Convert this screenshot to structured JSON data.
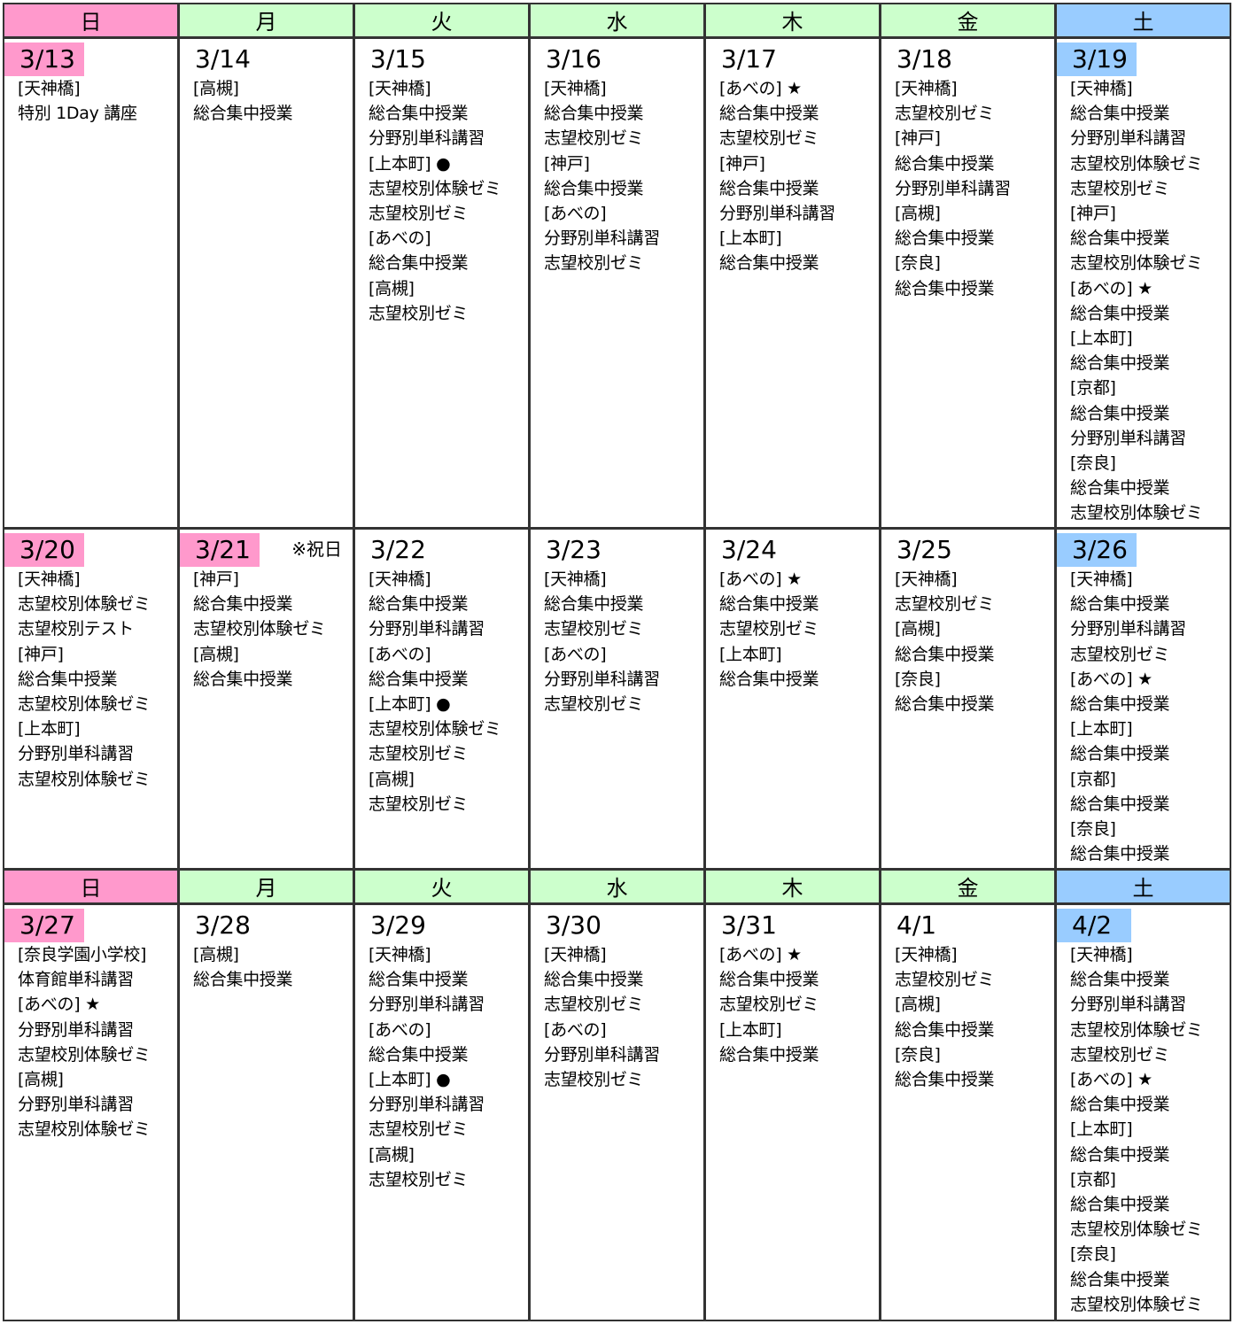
{
  "weekdays": [
    "日",
    "月",
    "火",
    "水",
    "木",
    "金",
    "土"
  ],
  "weeks": [
    [
      {
        "date": "3/13",
        "lines": [
          "[天神橋]",
          "特別 1Day 講座"
        ]
      },
      {
        "date": "3/14",
        "lines": [
          "[高槻]",
          "総合集中授業"
        ]
      },
      {
        "date": "3/15",
        "lines": [
          "[天神橋]",
          "総合集中授業",
          "分野別単科講習",
          "[上本町] ●",
          "志望校別体験ゼミ",
          "志望校別ゼミ",
          "[あべの]",
          "総合集中授業",
          "[高槻]",
          "志望校別ゼミ"
        ]
      },
      {
        "date": "3/16",
        "lines": [
          "[天神橋]",
          "総合集中授業",
          "志望校別ゼミ",
          "[神戸]",
          "総合集中授業",
          "[あべの]",
          "分野別単科講習",
          "志望校別ゼミ"
        ]
      },
      {
        "date": "3/17",
        "lines": [
          "[あべの] ★",
          "総合集中授業",
          "志望校別ゼミ",
          "[神戸]",
          "総合集中授業",
          "分野別単科講習",
          "[上本町]",
          "総合集中授業"
        ]
      },
      {
        "date": "3/18",
        "lines": [
          "[天神橋]",
          "志望校別ゼミ",
          "[神戸]",
          "総合集中授業",
          "分野別単科講習",
          "[高槻]",
          "総合集中授業",
          "[奈良]",
          "総合集中授業"
        ]
      },
      {
        "date": "3/19",
        "lines": [
          "[天神橋]",
          "総合集中授業",
          "分野別単科講習",
          "志望校別体験ゼミ",
          "志望校別ゼミ",
          "[神戸]",
          "総合集中授業",
          "志望校別体験ゼミ",
          "[あべの] ★",
          "総合集中授業",
          "[上本町]",
          "総合集中授業",
          "[京都]",
          "総合集中授業",
          "分野別単科講習",
          "[奈良]",
          "総合集中授業",
          "志望校別体験ゼミ"
        ]
      }
    ],
    [
      {
        "date": "3/20",
        "lines": [
          "[天神橋]",
          "志望校別体験ゼミ",
          "志望校別テスト",
          "[神戸]",
          "総合集中授業",
          "志望校別体験ゼミ",
          "[上本町]",
          "分野別単科講習",
          "志望校別体験ゼミ"
        ]
      },
      {
        "date": "3/21",
        "note": "※祝日",
        "lines": [
          "[神戸]",
          "総合集中授業",
          "志望校別体験ゼミ",
          "[高槻]",
          "総合集中授業"
        ]
      },
      {
        "date": "3/22",
        "lines": [
          "[天神橋]",
          "総合集中授業",
          "分野別単科講習",
          "[あべの]",
          "総合集中授業",
          "[上本町] ●",
          "志望校別体験ゼミ",
          "志望校別ゼミ",
          "[高槻]",
          "志望校別ゼミ"
        ]
      },
      {
        "date": "3/23",
        "lines": [
          "[天神橋]",
          "総合集中授業",
          "志望校別ゼミ",
          "[あべの]",
          "分野別単科講習",
          "志望校別ゼミ"
        ]
      },
      {
        "date": "3/24",
        "lines": [
          "[あべの] ★",
          "総合集中授業",
          "志望校別ゼミ",
          "[上本町]",
          "総合集中授業"
        ]
      },
      {
        "date": "3/25",
        "lines": [
          "[天神橋]",
          "志望校別ゼミ",
          "[高槻]",
          "総合集中授業",
          "[奈良]",
          "総合集中授業"
        ]
      },
      {
        "date": "3/26",
        "lines": [
          "[天神橋]",
          "総合集中授業",
          "分野別単科講習",
          "志望校別ゼミ",
          "[あべの] ★",
          "総合集中授業",
          "[上本町]",
          "総合集中授業",
          "[京都]",
          "総合集中授業",
          "[奈良]",
          "総合集中授業"
        ]
      }
    ],
    [
      {
        "date": "3/27",
        "lines": [
          "[奈良学園小学校]",
          "体育館単科講習",
          "[あべの] ★",
          "分野別単科講習",
          "志望校別体験ゼミ",
          "[高槻]",
          "分野別単科講習",
          "志望校別体験ゼミ"
        ]
      },
      {
        "date": "3/28",
        "lines": [
          "[高槻]",
          "総合集中授業"
        ]
      },
      {
        "date": "3/29",
        "lines": [
          "[天神橋]",
          "総合集中授業",
          "分野別単科講習",
          "[あべの]",
          "総合集中授業",
          "[上本町] ●",
          "分野別単科講習",
          "志望校別ゼミ",
          "[高槻]",
          "志望校別ゼミ"
        ]
      },
      {
        "date": "3/30",
        "lines": [
          "[天神橋]",
          "総合集中授業",
          "志望校別ゼミ",
          "[あべの]",
          "分野別単科講習",
          "志望校別ゼミ"
        ]
      },
      {
        "date": "3/31",
        "lines": [
          "[あべの] ★",
          "総合集中授業",
          "志望校別ゼミ",
          "[上本町]",
          "総合集中授業"
        ]
      },
      {
        "date": "4/1",
        "lines": [
          "[天神橋]",
          "志望校別ゼミ",
          "[高槻]",
          "総合集中授業",
          "[奈良]",
          "総合集中授業"
        ]
      },
      {
        "date": "4/2",
        "lines": [
          "[天神橋]",
          "総合集中授業",
          "分野別単科講習",
          "志望校別体験ゼミ",
          "志望校別ゼミ",
          "[あべの] ★",
          "総合集中授業",
          "[上本町]",
          "総合集中授業",
          "[京都]",
          "総合集中授業",
          "志望校別体験ゼミ",
          "[奈良]",
          "総合集中授業",
          "志望校別体験ゼミ"
        ]
      }
    ]
  ],
  "colors": {
    "sunday": "#ff99cc",
    "weekday": "#ccffcc",
    "saturday": "#99ccff"
  }
}
